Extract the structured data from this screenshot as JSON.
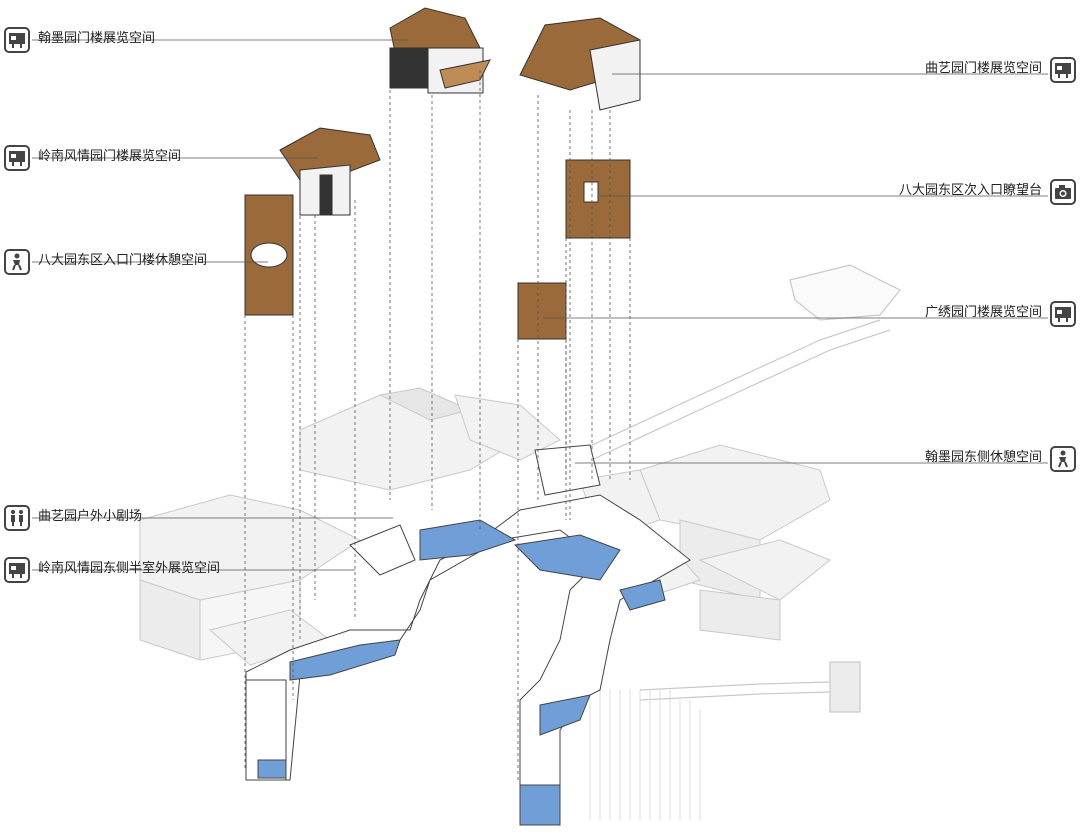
{
  "colors": {
    "water": "#6f9fd6",
    "wood": "#9a6a3a",
    "wood_light": "#c08c55",
    "ghost": "#c9c9c9",
    "leader": "#555555",
    "icon": "#444444"
  },
  "labels_left": [
    {
      "text": "翰墨园门楼展览空间",
      "icon": "exhibition-board-icon"
    },
    {
      "text": "岭南风情园门楼展览空间",
      "icon": "exhibition-board-icon"
    },
    {
      "text": "八大园东区入口门楼休憩空间",
      "icon": "rest-person-icon"
    },
    {
      "text": "曲艺园户外小剧场",
      "icon": "performers-icon"
    },
    {
      "text": "岭南风情园东侧半室外展览空间",
      "icon": "exhibition-board-icon"
    }
  ],
  "labels_right": [
    {
      "text": "曲艺园门楼展览空间",
      "icon": "exhibition-board-icon"
    },
    {
      "text": "八大园东区次入口瞭望台",
      "icon": "camera-icon"
    },
    {
      "text": "广绣园门楼展览空间",
      "icon": "exhibition-board-icon"
    },
    {
      "text": "翰墨园东侧休憩空间",
      "icon": "rest-person-icon"
    }
  ]
}
